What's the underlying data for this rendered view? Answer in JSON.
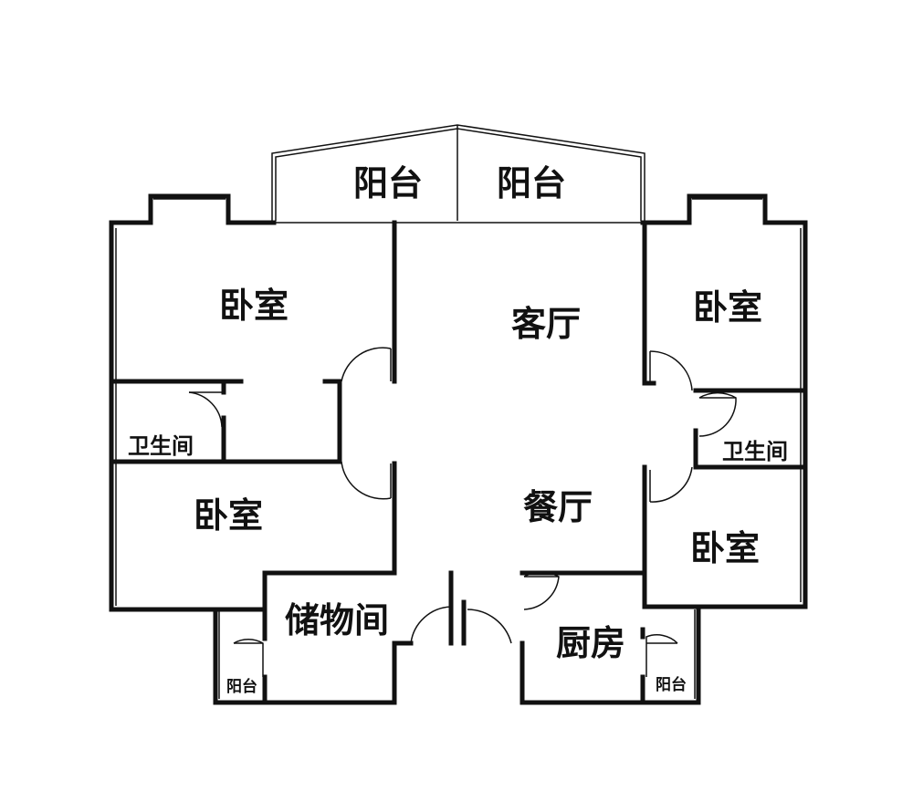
{
  "rooms": {
    "balcony_top_left": "阳台",
    "balcony_top_right": "阳台",
    "bedroom_top_left": "卧室",
    "living_room": "客厅",
    "bedroom_top_right": "卧室",
    "bathroom_left": "卫生间",
    "bathroom_right": "卫生间",
    "bedroom_mid_left": "卧室",
    "dining_room": "餐厅",
    "bedroom_mid_right": "卧室",
    "storage_room": "储物间",
    "kitchen": "厨房",
    "balcony_bottom_left": "阳台",
    "balcony_bottom_right": "阳台"
  }
}
